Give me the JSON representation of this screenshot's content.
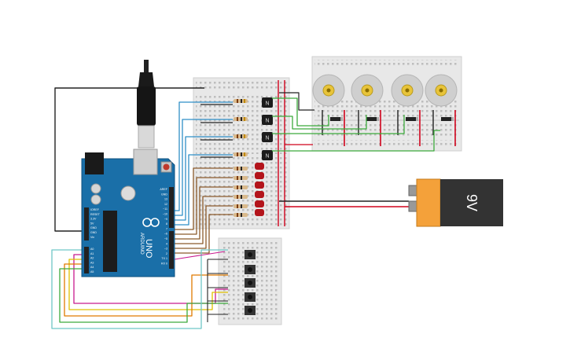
{
  "arduino": {
    "brand": "ARDUINO",
    "model": "UNO",
    "pin_labels_left": [
      "IOREF",
      "RESET",
      "3.3V",
      "5V",
      "GND",
      "GND",
      "Vin"
    ],
    "analog_labels": [
      "A0",
      "A1",
      "A2",
      "A3",
      "A4",
      "A5"
    ],
    "digital_labels": [
      "AREF",
      "GND",
      "13",
      "12",
      "~11",
      "~10",
      "~9",
      "8",
      "7",
      "~6",
      "~5",
      "4",
      "~3",
      "2",
      "TX 1",
      "RX 0"
    ]
  },
  "battery": {
    "label": "9V"
  },
  "transistor": {
    "mark": "N"
  },
  "colors": {
    "wire_black": "#222222",
    "wire_red": "#d0021b",
    "wire_blue": "#2f8fc7",
    "wire_green": "#3caa3c",
    "wire_brown": "#8b5a2b",
    "wire_magenta": "#c81a8e",
    "wire_yellow": "#e0c000",
    "wire_orange": "#e07b00",
    "wire_cyan": "#6fc7c7",
    "arduino_blue": "#1a6fa8",
    "led_red": "#b3141b",
    "battery_orange": "#f4a13a"
  }
}
